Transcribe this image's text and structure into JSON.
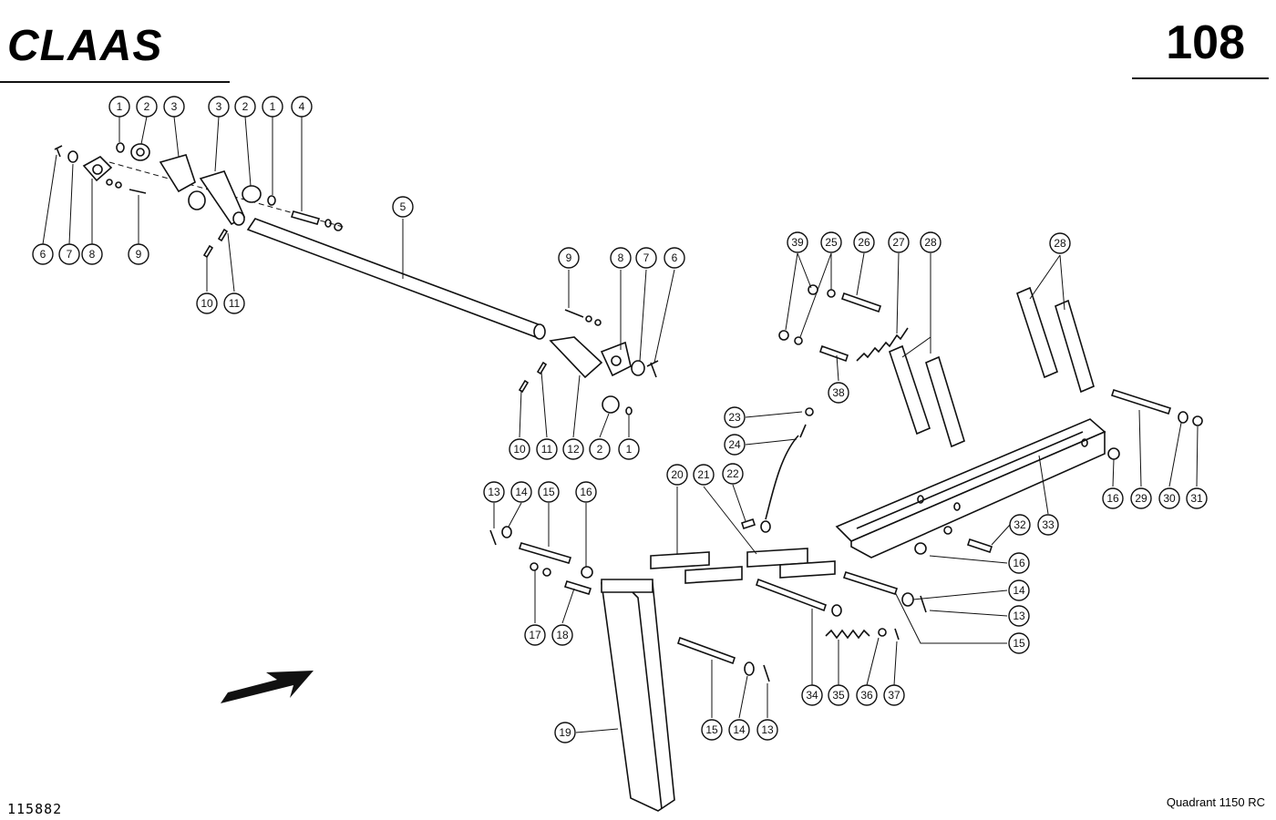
{
  "header": {
    "brand_logo_text": "CLAAS",
    "page_number": "108"
  },
  "footer": {
    "drawing_number": "115882",
    "model": "Quadrant 1150 RC"
  },
  "callouts": [
    {
      "label": "1"
    },
    {
      "label": "2"
    },
    {
      "label": "3"
    },
    {
      "label": "3"
    },
    {
      "label": "2"
    },
    {
      "label": "1"
    },
    {
      "label": "4"
    },
    {
      "label": "6"
    },
    {
      "label": "7"
    },
    {
      "label": "8"
    },
    {
      "label": "9"
    },
    {
      "label": "10"
    },
    {
      "label": "11"
    },
    {
      "label": "5"
    },
    {
      "label": "9"
    },
    {
      "label": "8"
    },
    {
      "label": "7"
    },
    {
      "label": "6"
    },
    {
      "label": "10"
    },
    {
      "label": "11"
    },
    {
      "label": "12"
    },
    {
      "label": "2"
    },
    {
      "label": "1"
    },
    {
      "label": "39"
    },
    {
      "label": "25"
    },
    {
      "label": "26"
    },
    {
      "label": "27"
    },
    {
      "label": "28"
    },
    {
      "label": "38"
    },
    {
      "label": "28"
    },
    {
      "label": "23"
    },
    {
      "label": "24"
    },
    {
      "label": "22"
    },
    {
      "label": "20"
    },
    {
      "label": "21"
    },
    {
      "label": "13"
    },
    {
      "label": "14"
    },
    {
      "label": "15"
    },
    {
      "label": "16"
    },
    {
      "label": "17"
    },
    {
      "label": "18"
    },
    {
      "label": "16"
    },
    {
      "label": "29"
    },
    {
      "label": "30"
    },
    {
      "label": "31"
    },
    {
      "label": "33"
    },
    {
      "label": "32"
    },
    {
      "label": "16"
    },
    {
      "label": "14"
    },
    {
      "label": "13"
    },
    {
      "label": "15"
    },
    {
      "label": "34"
    },
    {
      "label": "35"
    },
    {
      "label": "36"
    },
    {
      "label": "37"
    },
    {
      "label": "15"
    },
    {
      "label": "14"
    },
    {
      "label": "13"
    },
    {
      "label": "19"
    }
  ]
}
